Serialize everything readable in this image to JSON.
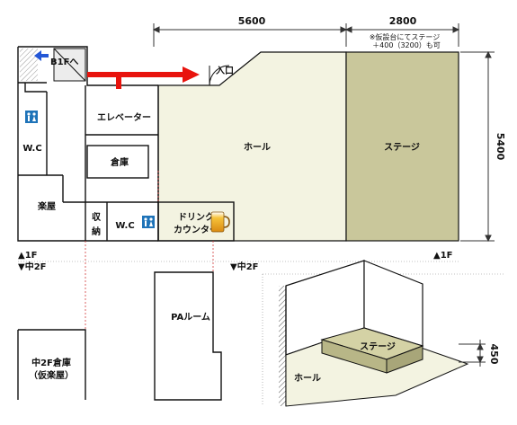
{
  "dimensions": {
    "hall_width": "5600",
    "stage_width": "2800",
    "depth": "5400",
    "stage_height": "450",
    "stage_note_1": "※仮設台にてステージ",
    "stage_note_2": "＋400（3200）も可"
  },
  "rooms": {
    "entrance": "入口",
    "b1f": "B1Fへ",
    "elevator": "エレベーター",
    "storage": "倉庫",
    "wc_left": "W.C",
    "wc_mid": "W.C",
    "dressing": "楽屋",
    "closet_1": "収",
    "closet_2": "納",
    "drink_1": "ドリンク",
    "drink_2": "カウンター",
    "hall": "ホール",
    "stage": "ステージ",
    "pa_room": "PAルーム",
    "mezz_storage_1": "中2F倉庫",
    "mezz_storage_2": "（仮楽屋）",
    "iso_stage": "ステージ",
    "iso_hall": "ホール"
  },
  "floors": {
    "f1_left": "▲1F",
    "f1_right": "▲1F",
    "m2f_left": "▼中2F",
    "m2f_center": "▼中2F"
  },
  "colors": {
    "hall": "#f3f3e1",
    "stage": "#c9c79b",
    "stage_iso_top": "#d4d2a5",
    "stage_iso_side": "#b8b687",
    "arrow": "#e8130d",
    "blue_arrow": "#2457d6",
    "wc_icon": "#1e73b8",
    "lines": "#111111",
    "red_dash": "#d23a3a",
    "dim_line": "#333333"
  }
}
